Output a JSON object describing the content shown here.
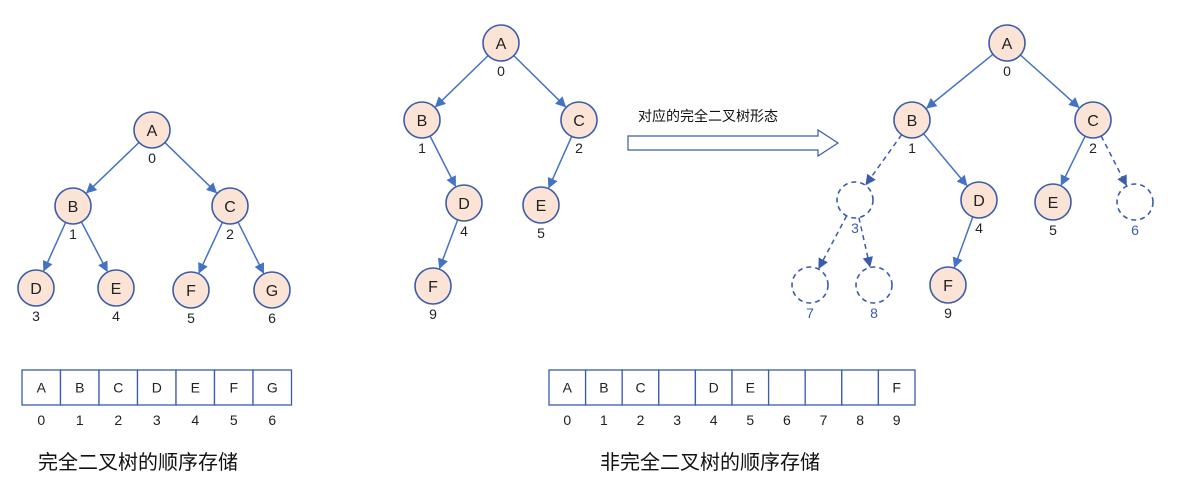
{
  "diagrams": [
    {
      "id": "complete",
      "nodes": [
        {
          "key": "A",
          "label": "A",
          "index": "0"
        },
        {
          "key": "B",
          "label": "B",
          "index": "1"
        },
        {
          "key": "C",
          "label": "C",
          "index": "2"
        },
        {
          "key": "D",
          "label": "D",
          "index": "3"
        },
        {
          "key": "E",
          "label": "E",
          "index": "4"
        },
        {
          "key": "F",
          "label": "F",
          "index": "5"
        },
        {
          "key": "G",
          "label": "G",
          "index": "6"
        }
      ],
      "edges": [
        [
          "A",
          "B"
        ],
        [
          "A",
          "C"
        ],
        [
          "B",
          "D"
        ],
        [
          "B",
          "E"
        ],
        [
          "C",
          "F"
        ],
        [
          "C",
          "G"
        ]
      ]
    },
    {
      "id": "incomplete",
      "nodes": [
        {
          "key": "A",
          "label": "A",
          "index": "0"
        },
        {
          "key": "B",
          "label": "B",
          "index": "1"
        },
        {
          "key": "C",
          "label": "C",
          "index": "2"
        },
        {
          "key": "D",
          "label": "D",
          "index": "4"
        },
        {
          "key": "E",
          "label": "E",
          "index": "5"
        },
        {
          "key": "F",
          "label": "F",
          "index": "9"
        }
      ],
      "edges": [
        [
          "A",
          "B"
        ],
        [
          "A",
          "C"
        ],
        [
          "B",
          "D"
        ],
        [
          "C",
          "E"
        ],
        [
          "D",
          "F"
        ]
      ]
    },
    {
      "id": "completed-form",
      "nodes": [
        {
          "key": "A",
          "label": "A",
          "index": "0"
        },
        {
          "key": "B",
          "label": "B",
          "index": "1"
        },
        {
          "key": "C",
          "label": "C",
          "index": "2"
        },
        {
          "key": "N3",
          "label": "",
          "index": "3",
          "ghost": true
        },
        {
          "key": "D",
          "label": "D",
          "index": "4"
        },
        {
          "key": "E",
          "label": "E",
          "index": "5"
        },
        {
          "key": "N6",
          "label": "",
          "index": "6",
          "ghost": true
        },
        {
          "key": "N7",
          "label": "",
          "index": "7",
          "ghost": true
        },
        {
          "key": "N8",
          "label": "",
          "index": "8",
          "ghost": true
        },
        {
          "key": "F",
          "label": "F",
          "index": "9"
        }
      ],
      "edges": [
        [
          "A",
          "B"
        ],
        [
          "A",
          "C"
        ],
        [
          "B",
          "N3",
          "dashed"
        ],
        [
          "B",
          "D"
        ],
        [
          "C",
          "E"
        ],
        [
          "C",
          "N6",
          "dashed"
        ],
        [
          "N3",
          "N7",
          "dashed"
        ],
        [
          "N3",
          "N8",
          "dashed"
        ],
        [
          "D",
          "F"
        ]
      ]
    }
  ],
  "arrays": [
    {
      "id": "complete",
      "cells": [
        "A",
        "B",
        "C",
        "D",
        "E",
        "F",
        "G"
      ],
      "indices": [
        "0",
        "1",
        "2",
        "3",
        "4",
        "5",
        "6"
      ]
    },
    {
      "id": "incomplete",
      "cells": [
        "A",
        "B",
        "C",
        "",
        "D",
        "E",
        "",
        "",
        "",
        "F"
      ],
      "indices": [
        "0",
        "1",
        "2",
        "3",
        "4",
        "5",
        "6",
        "7",
        "8",
        "9"
      ]
    }
  ],
  "arrow_label": "对应的完全二叉树形态",
  "captions": {
    "left": "完全二叉树的顺序存储",
    "right": "非完全二叉树的顺序存储"
  },
  "colors": {
    "node_fill": "#fbe4d6",
    "node_stroke": "#3b5ca8",
    "edge": "#4472c4",
    "ghost": "#3b5ca8",
    "cell_stroke": "#3b5ca8"
  }
}
